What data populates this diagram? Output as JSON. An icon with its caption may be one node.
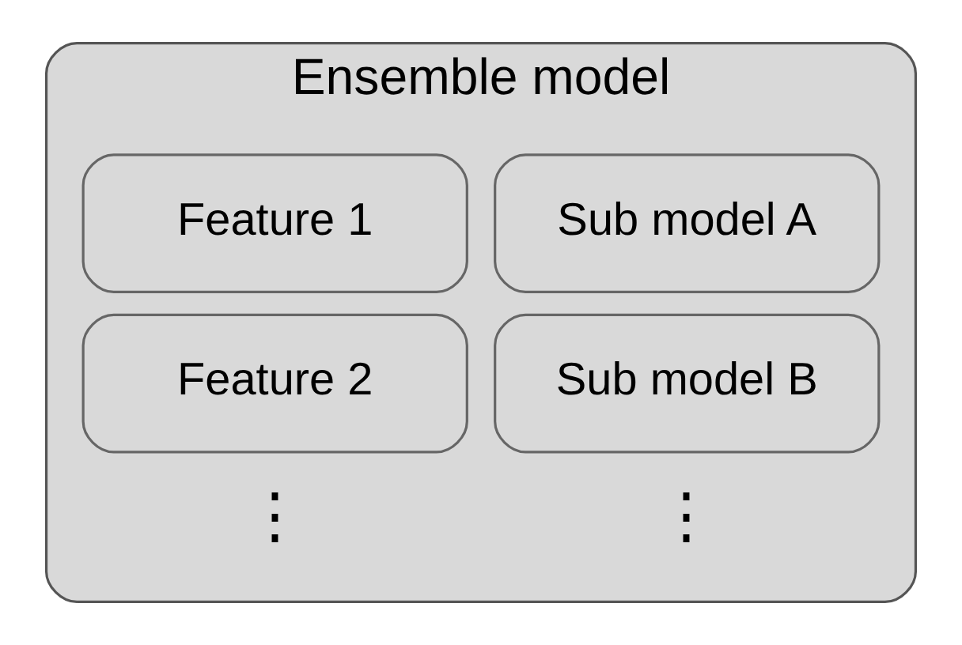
{
  "diagram": {
    "nodes": [
      {
        "text": [
          "Ensemble model"
        ]
      },
      {
        "text": [
          "Feature 1"
        ],
        "in": 0
      },
      {
        "text": [
          "Sub model A"
        ],
        "in": 0
      },
      {
        "text": [
          "Feature 2"
        ],
        "in": 0
      },
      {
        "text": [
          "Sub model B"
        ],
        "in": 0
      }
    ],
    "edges": [],
    "labels": [
      "⋮",
      "⋮"
    ]
  }
}
